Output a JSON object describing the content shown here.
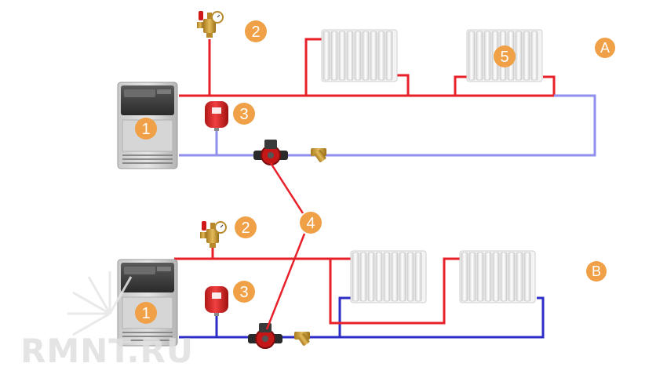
{
  "colors": {
    "supply_pipe": "#e8202a",
    "return_pipe_a": "#8f8fee",
    "return_pipe_b": "#2c2cc6",
    "badge": "#f0a047",
    "badge_text": "#ffffff",
    "watermark": "#e0e0e0"
  },
  "scheme_a": {
    "label": "A",
    "boiler_label": "1",
    "air_vent_label": "2",
    "expansion_tank_label": "3",
    "radiator_label": "5"
  },
  "scheme_b": {
    "label": "B",
    "boiler_label": "1",
    "air_vent_label": "2",
    "expansion_tank_label": "3"
  },
  "pump_label": "4",
  "watermark": {
    "text": "RMNT.RU"
  },
  "icons": {
    "boiler": "gas-boiler-icon",
    "air_vent": "safety-group-icon",
    "expansion_tank": "expansion-tank-icon",
    "pump": "circulation-pump-icon",
    "filter": "strainer-filter-icon",
    "radiator": "radiator-icon"
  }
}
